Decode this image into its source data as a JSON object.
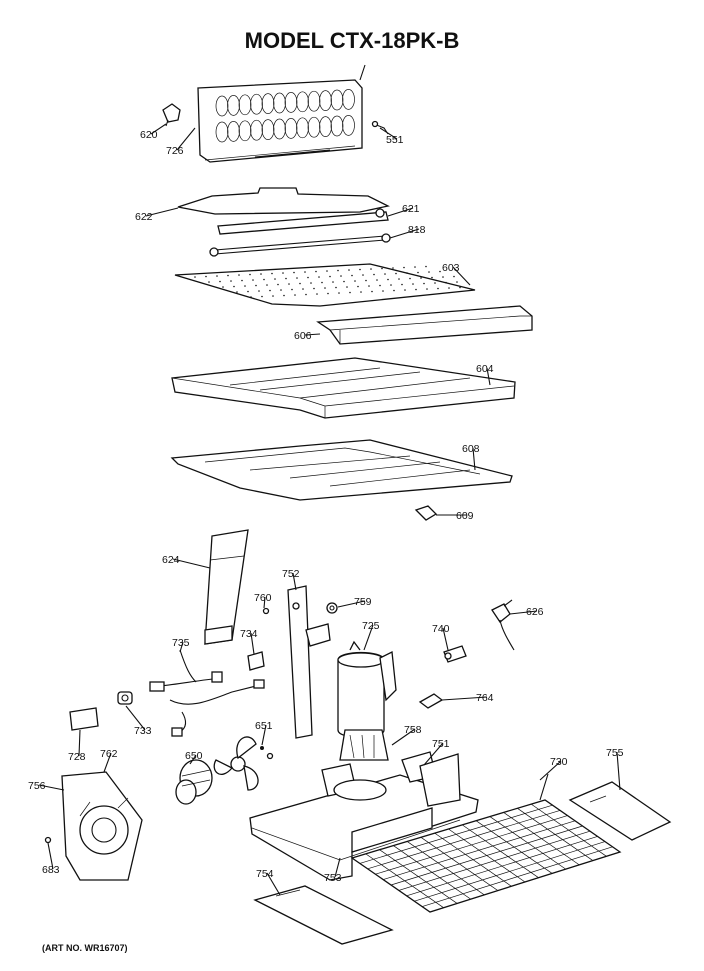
{
  "title": "MODEL CTX-18PK-B",
  "art_number": "(ART NO. WR16707)",
  "parts": [
    {
      "id": "p620",
      "number": "620"
    },
    {
      "id": "p726",
      "number": "726"
    },
    {
      "id": "p551",
      "number": "551"
    },
    {
      "id": "p622",
      "number": "622"
    },
    {
      "id": "p621",
      "number": "621"
    },
    {
      "id": "p818",
      "number": "818"
    },
    {
      "id": "p603",
      "number": "603"
    },
    {
      "id": "p606",
      "number": "606"
    },
    {
      "id": "p604",
      "number": "604"
    },
    {
      "id": "p608",
      "number": "608"
    },
    {
      "id": "p609",
      "number": "609"
    },
    {
      "id": "p624",
      "number": "624"
    },
    {
      "id": "p752",
      "number": "752"
    },
    {
      "id": "p760",
      "number": "760"
    },
    {
      "id": "p759",
      "number": "759"
    },
    {
      "id": "p725",
      "number": "725"
    },
    {
      "id": "p740",
      "number": "740"
    },
    {
      "id": "p626",
      "number": "626"
    },
    {
      "id": "p735",
      "number": "735"
    },
    {
      "id": "p734",
      "number": "734"
    },
    {
      "id": "p764",
      "number": "764"
    },
    {
      "id": "p733",
      "number": "733"
    },
    {
      "id": "p728",
      "number": "728"
    },
    {
      "id": "p651",
      "number": "651"
    },
    {
      "id": "p758",
      "number": "758"
    },
    {
      "id": "p751",
      "number": "751"
    },
    {
      "id": "p762",
      "number": "762"
    },
    {
      "id": "p650",
      "number": "650"
    },
    {
      "id": "p730",
      "number": "730"
    },
    {
      "id": "p755",
      "number": "755"
    },
    {
      "id": "p756",
      "number": "756"
    },
    {
      "id": "p683",
      "number": "683"
    },
    {
      "id": "p753",
      "number": "753"
    },
    {
      "id": "p754",
      "number": "754"
    }
  ]
}
